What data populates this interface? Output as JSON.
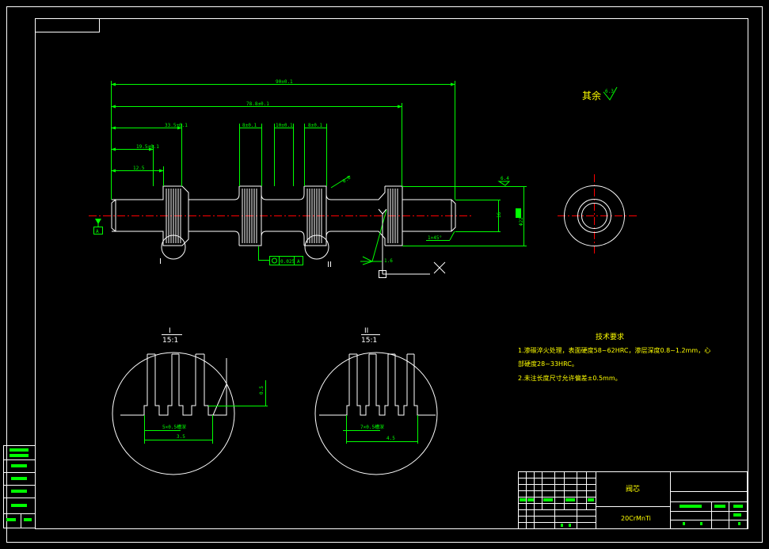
{
  "colors": {
    "background": "#000000",
    "outline": "#ffffff",
    "dimension": "#00ff00",
    "centerline": "#ff0000",
    "note_text": "#ffff00"
  },
  "roughness_note": {
    "label": "其余",
    "value": "6.3"
  },
  "dimensions": {
    "overall_length": "90±0.1",
    "length_2": "78.8±0.1",
    "length_3": "33.5±0.1",
    "length_4": "19.5±0.1",
    "length_5": "12.5",
    "groove_w1": "8±0.1",
    "groove_w2": "10±0.1",
    "groove_w3": "8±0.1",
    "roughness_top": "0.8",
    "roughness_right": "6.4",
    "dia_shaft": "16",
    "dia_right": "Φ22",
    "chamfer": "1×45°",
    "tolerance_value": "0.025",
    "tolerance_datum": "A",
    "roughness_bottom": "1.6",
    "datum_label": "A"
  },
  "detail_markers": {
    "marker_1": "I",
    "marker_2": "II"
  },
  "detail_views": {
    "view_1": {
      "label": "I",
      "scale": "15:1",
      "note": "5×0.5槽深",
      "width": "3.5",
      "depth": "0.5"
    },
    "view_2": {
      "label": "II",
      "scale": "15:1",
      "note": "7×0.5槽深",
      "width": "4.5"
    }
  },
  "tech_requirements": {
    "title": "技术要求",
    "line_1": "1.渗碳淬火处理，表面硬度58~62HRC，渗层深度0.8~1.2mm，心",
    "line_2": "部硬度28~33HRC。",
    "line_3": "2.未注长度尺寸允许偏差±0.5mm。"
  },
  "title_block": {
    "part_name": "阀芯",
    "material": "20CrMnTi"
  }
}
